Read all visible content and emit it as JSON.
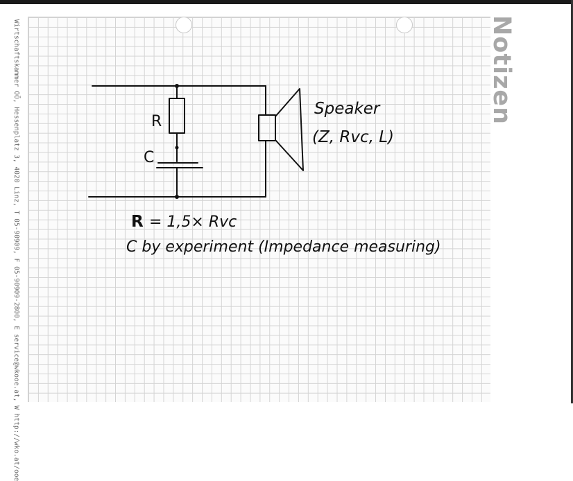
{
  "margin_text": "Wirtschaftskammer OÖ, Hessenplatz 3, 4020 Linz, T 05-90909, F 05-90909-2800, E service@wkooe.at, W http://wko.at/ooe",
  "side_title": "Notizen",
  "diagram": {
    "label_r": "R",
    "label_c": "C",
    "speaker_label": "Speaker",
    "speaker_params": "(Z, Rvc, L)"
  },
  "notes": {
    "line1_symbol": "R",
    "line1_rest": "= 1,5× Rvc",
    "line2": "C by experiment (Impedance measuring)"
  },
  "colors": {
    "ink": "#111111",
    "grid": "#d4d4d4",
    "side_title": "#a8a8a8"
  }
}
